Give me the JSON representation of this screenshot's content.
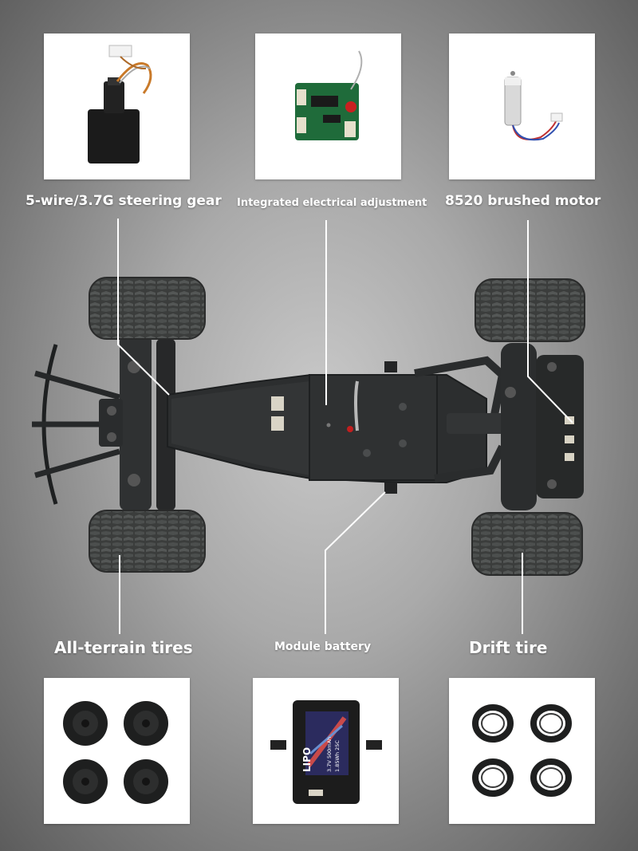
{
  "components": {
    "steering_gear": {
      "label": "5-wire/3.7G steering gear",
      "icon": "servo-icon"
    },
    "electrical_adjustment": {
      "label": "Integrated electrical adjustment",
      "icon": "circuit-board-icon"
    },
    "motor": {
      "label": "8520 brushed motor",
      "icon": "motor-icon"
    },
    "tires": {
      "label": "All-terrain tires",
      "icon": "tires-icon"
    },
    "battery": {
      "label": "Module battery",
      "icon": "battery-icon",
      "print_brand": "LIPO",
      "print_spec_1": "3.7V 500mAh",
      "print_spec_2": "1.85Wh 25C"
    },
    "drift_tire": {
      "label": "Drift tire",
      "icon": "drift-tire-icon"
    }
  },
  "colors": {
    "label_text": "#ffffff",
    "panel_bg": "#ffffff",
    "chassis": "#2b2d2e",
    "tire": "#3a3c3b",
    "pcb_green": "#1f6b3a"
  }
}
